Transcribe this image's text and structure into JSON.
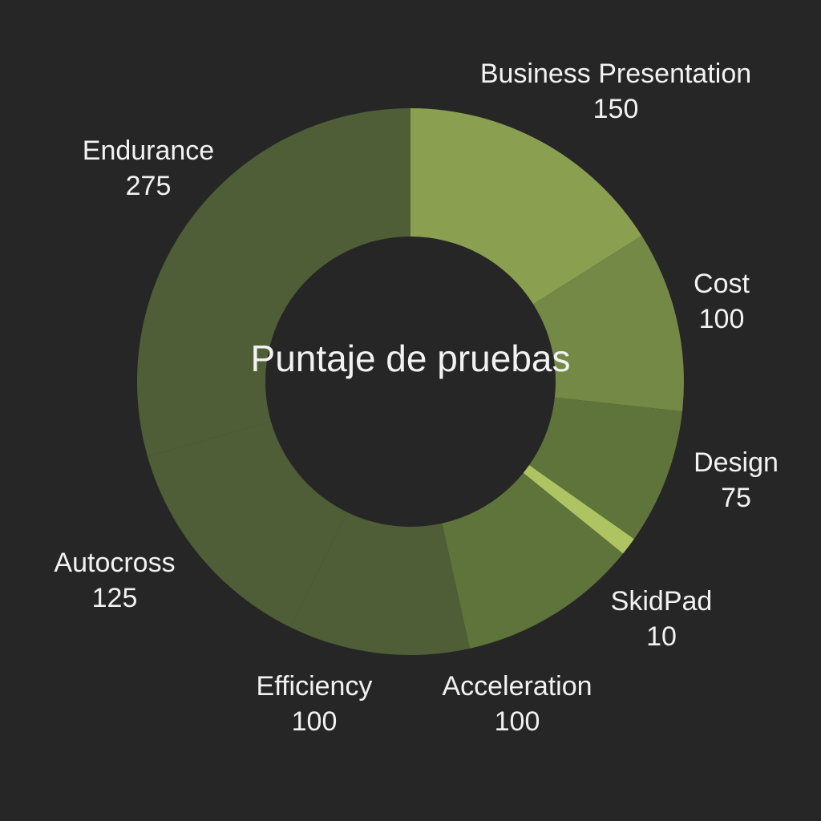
{
  "chart_data": {
    "type": "pie",
    "title": "Puntaje de pruebas",
    "donut": true,
    "categories": [
      "Business Presentation",
      "Cost",
      "Design",
      "SkidPad",
      "Acceleration",
      "Efficiency",
      "Autocross",
      "Endurance"
    ],
    "values": [
      150,
      100,
      75,
      10,
      100,
      100,
      125,
      275
    ],
    "colors": [
      "#8a9f50",
      "#738945",
      "#5e743a",
      "#aec463",
      "#5e743a",
      "#4f5e37",
      "#4f5e37",
      "#4f5e37"
    ],
    "value_labels": [
      "150",
      "100",
      "75",
      "10",
      "100",
      "100",
      "125",
      "275"
    ]
  },
  "background": "#262626"
}
